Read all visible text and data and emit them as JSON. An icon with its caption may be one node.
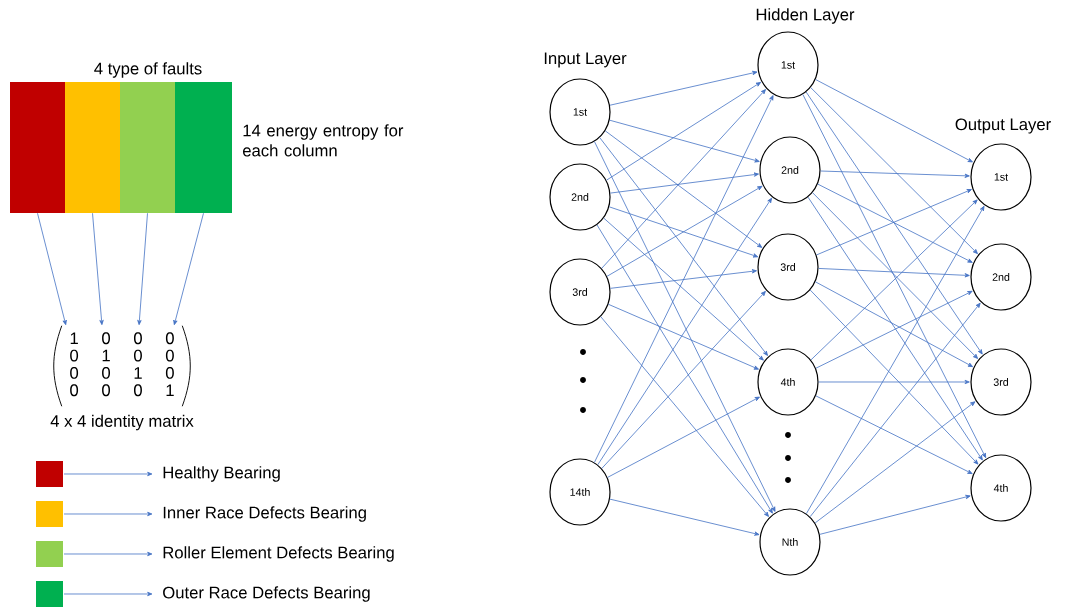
{
  "diagram": {
    "nodes": [
      {
        "text": [],
        "shape": "bar"
      },
      {
        "text": [],
        "shape": "bar"
      },
      {
        "text": [],
        "shape": "bar"
      },
      {
        "text": [],
        "shape": "bar"
      },
      {
        "text": [
          "1",
          "0",
          "0",
          "0",
          "0",
          "1",
          "0",
          "0",
          "0",
          "0",
          "1",
          "0",
          "0",
          "0",
          "0",
          "1"
        ],
        "beside": [
          "4 x 4 identity matrix"
        ]
      },
      {
        "text": [
          "1st"
        ]
      },
      {
        "text": [
          "2nd"
        ]
      },
      {
        "text": [
          "3rd"
        ]
      },
      {
        "text": [
          "14th"
        ]
      },
      {
        "text": [
          "1st"
        ]
      },
      {
        "text": [
          "2nd"
        ]
      },
      {
        "text": [
          "3rd"
        ]
      },
      {
        "text": [
          "4th"
        ]
      },
      {
        "text": [
          "Nth"
        ]
      },
      {
        "text": [
          "1st"
        ]
      },
      {
        "text": [
          "2nd"
        ]
      },
      {
        "text": [
          "3rd"
        ]
      },
      {
        "text": [
          "4th"
        ]
      }
    ],
    "edges": [
      {
        "from": 0,
        "to": 4,
        "arrow": "to"
      },
      {
        "from": 1,
        "to": 4,
        "arrow": "to"
      },
      {
        "from": 2,
        "to": 4,
        "arrow": "to"
      },
      {
        "from": 3,
        "to": 4,
        "arrow": "to"
      },
      {
        "from": 5,
        "to": 9,
        "arrow": "to"
      },
      {
        "from": 5,
        "to": 10,
        "arrow": "to"
      },
      {
        "from": 5,
        "to": 11,
        "arrow": "to"
      },
      {
        "from": 5,
        "to": 12,
        "arrow": "to"
      },
      {
        "from": 5,
        "to": 13,
        "arrow": "to"
      },
      {
        "from": 6,
        "to": 9,
        "arrow": "to"
      },
      {
        "from": 6,
        "to": 10,
        "arrow": "to"
      },
      {
        "from": 6,
        "to": 11,
        "arrow": "to"
      },
      {
        "from": 6,
        "to": 12,
        "arrow": "to"
      },
      {
        "from": 6,
        "to": 13,
        "arrow": "to"
      },
      {
        "from": 7,
        "to": 9,
        "arrow": "to"
      },
      {
        "from": 7,
        "to": 10,
        "arrow": "to"
      },
      {
        "from": 7,
        "to": 11,
        "arrow": "to"
      },
      {
        "from": 7,
        "to": 12,
        "arrow": "to"
      },
      {
        "from": 7,
        "to": 13,
        "arrow": "to"
      },
      {
        "from": 8,
        "to": 9,
        "arrow": "to"
      },
      {
        "from": 8,
        "to": 10,
        "arrow": "to"
      },
      {
        "from": 8,
        "to": 11,
        "arrow": "to"
      },
      {
        "from": 8,
        "to": 12,
        "arrow": "to"
      },
      {
        "from": 8,
        "to": 13,
        "arrow": "to"
      },
      {
        "from": 9,
        "to": 14,
        "arrow": "to"
      },
      {
        "from": 9,
        "to": 15,
        "arrow": "to"
      },
      {
        "from": 9,
        "to": 16,
        "arrow": "to"
      },
      {
        "from": 9,
        "to": 17,
        "arrow": "to"
      },
      {
        "from": 10,
        "to": 14,
        "arrow": "to"
      },
      {
        "from": 10,
        "to": 15,
        "arrow": "to"
      },
      {
        "from": 10,
        "to": 16,
        "arrow": "to"
      },
      {
        "from": 10,
        "to": 17,
        "arrow": "to"
      },
      {
        "from": 11,
        "to": 14,
        "arrow": "to"
      },
      {
        "from": 11,
        "to": 15,
        "arrow": "to"
      },
      {
        "from": 11,
        "to": 16,
        "arrow": "to"
      },
      {
        "from": 11,
        "to": 17,
        "arrow": "to"
      },
      {
        "from": 12,
        "to": 14,
        "arrow": "to"
      },
      {
        "from": 12,
        "to": 15,
        "arrow": "to"
      },
      {
        "from": 12,
        "to": 16,
        "arrow": "to"
      },
      {
        "from": 12,
        "to": 17,
        "arrow": "to"
      },
      {
        "from": 13,
        "to": 14,
        "arrow": "to"
      },
      {
        "from": 13,
        "to": 15,
        "arrow": "to"
      },
      {
        "from": 13,
        "to": 16,
        "arrow": "to"
      },
      {
        "from": 13,
        "to": 17,
        "arrow": "to"
      }
    ],
    "labels": [
      "Hidden Layer",
      "4 type of faults",
      "Input Layer",
      "14 energy entropy for each column",
      "Output Layer"
    ],
    "legend": [
      {
        "text": "Healthy Bearing",
        "color": "#c00000"
      },
      {
        "text": "Inner Race Defects Bearing",
        "color": "#ffc000"
      },
      {
        "text": "Roller Element Defects Bearing",
        "color": "#92d050"
      },
      {
        "text": "Outer Race Defects Bearing",
        "color": "#00b050"
      }
    ]
  }
}
